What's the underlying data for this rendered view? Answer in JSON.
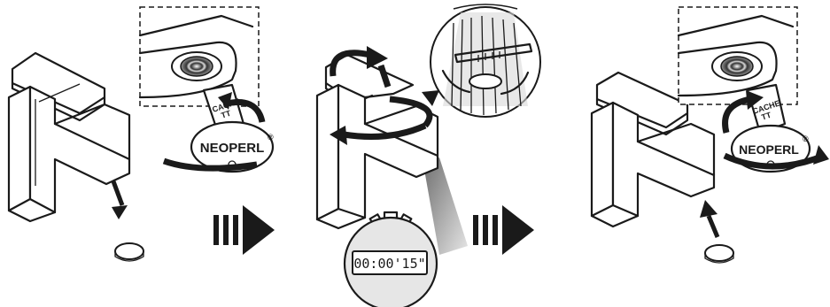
{
  "brand": {
    "neoperl_label": "NEOPERL",
    "registered_mark": "®",
    "cache_label_line1": "CACHE",
    "cache_label_line2": "TT"
  },
  "timer": {
    "display": "00:00'15\""
  },
  "colors": {
    "line": "#1a1a1a",
    "background": "#ffffff",
    "water_spray": "#8c8c8c",
    "sink_basin": "#f2f2f2"
  },
  "icons": {
    "progress_arrow": "triple-bar-arrow-right",
    "rotate_arrow": "curved-arrow",
    "down_arrow": "arrow-down",
    "up_arrow": "arrow-up"
  }
}
